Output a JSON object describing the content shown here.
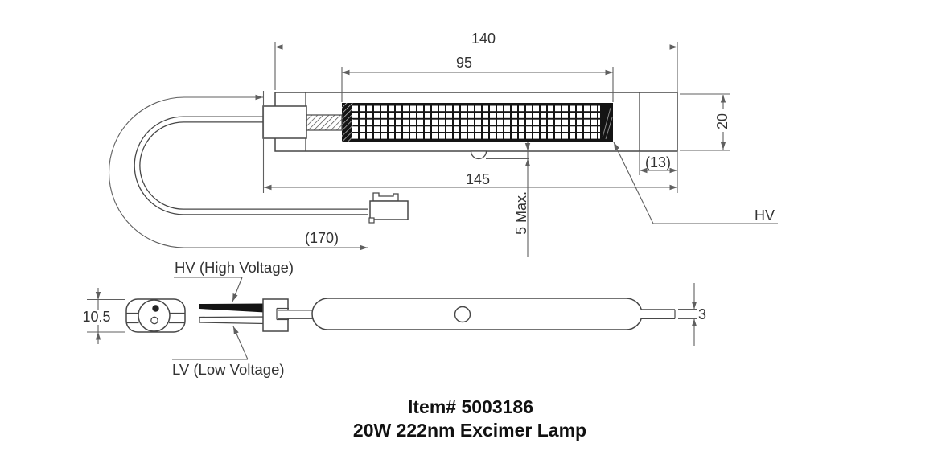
{
  "drawing": {
    "title": {
      "item": "Item# 5003186",
      "product": "20W 222nm Excimer Lamp"
    },
    "top_view": {
      "dim_overall": "140",
      "dim_window": "95",
      "dim_body": "145",
      "dim_cable": "(170)",
      "dim_end": "(13)",
      "dim_height": "20",
      "dim_tip": "5 Max.",
      "label_hv": "HV"
    },
    "side_view": {
      "dim_connector": "10.5",
      "dim_tip": "3",
      "label_hv": "HV (High Voltage)",
      "label_lv": "LV (Low Voltage)"
    },
    "colors": {
      "object_line": "#474747",
      "dimension_line": "#5f5f5f",
      "text": "#333333",
      "mesh_black": "#141414",
      "title_text": "#111111"
    }
  }
}
